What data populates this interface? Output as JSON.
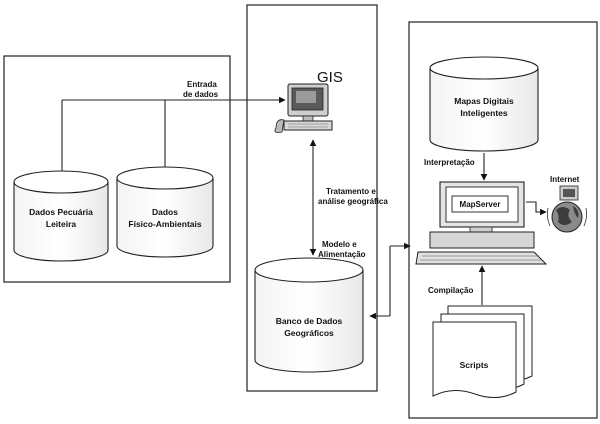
{
  "left_panel": {
    "arrow_label": [
      "Entrada",
      "de dados"
    ],
    "db_cattle": [
      "Dados Pecuária",
      "Leiteira"
    ],
    "db_environment": [
      "Dados",
      "Físico-Ambientais"
    ]
  },
  "middle_panel": {
    "gis_label": "GIS",
    "processing_label": [
      "Tratamento e",
      "análise geográfica"
    ],
    "modeling_label": [
      "Modelo e",
      "Alimentação"
    ],
    "geo_db": [
      "Banco de Dados",
      "Geográficos"
    ]
  },
  "right_panel": {
    "maps_db": [
      "Mapas Digitais",
      "Inteligentes"
    ],
    "interpretation_label": "Interpretação",
    "mapserver_label": "MapServer",
    "internet_label": "Internet",
    "compilation_label": "Compilação",
    "scripts_label": "Scripts"
  }
}
